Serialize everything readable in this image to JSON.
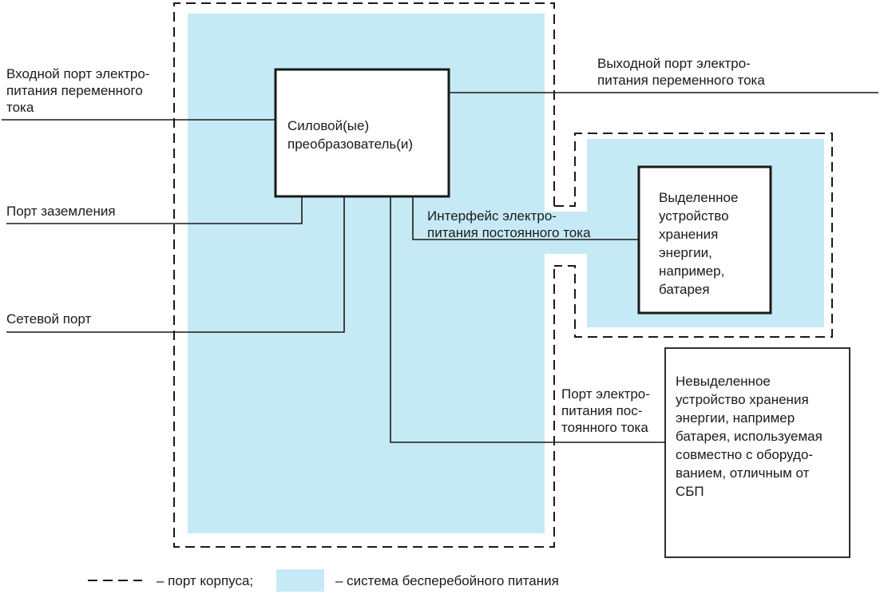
{
  "colors": {
    "ups_fill": "#c6eaf5",
    "line": "#1a1a1a",
    "box_fill": "#ffffff"
  },
  "blocks": {
    "converter": "Силовой(ые)\nпреобразователь(и)",
    "dedicated_storage": "Выделенное\nустройство\nхранения\nэнергии,\nнапример,\nбатарея",
    "non_dedicated_storage": "Невыделенное\nустройство хранения\nэнергии, например\nбатарея, используемая\nсовместно с оборудо-\nванием, отличным от\nСБП"
  },
  "ports": {
    "ac_input": "Входной порт электро-\nпитания переменного\nтока",
    "ac_output": "Выходной порт электро-\nпитания переменного тока",
    "ground": "Порт заземления",
    "network": "Сетевой порт",
    "dc_interface": "Интерфейс электро-\nпитания постоянного тока",
    "dc_port": "Порт электро-\nпитания пос-\nтоянного тока"
  },
  "legend": {
    "dashed_symbol": "– – – –",
    "dashed_label": "– порт корпуса;",
    "fill_label": "– система бесперебойного питания"
  }
}
